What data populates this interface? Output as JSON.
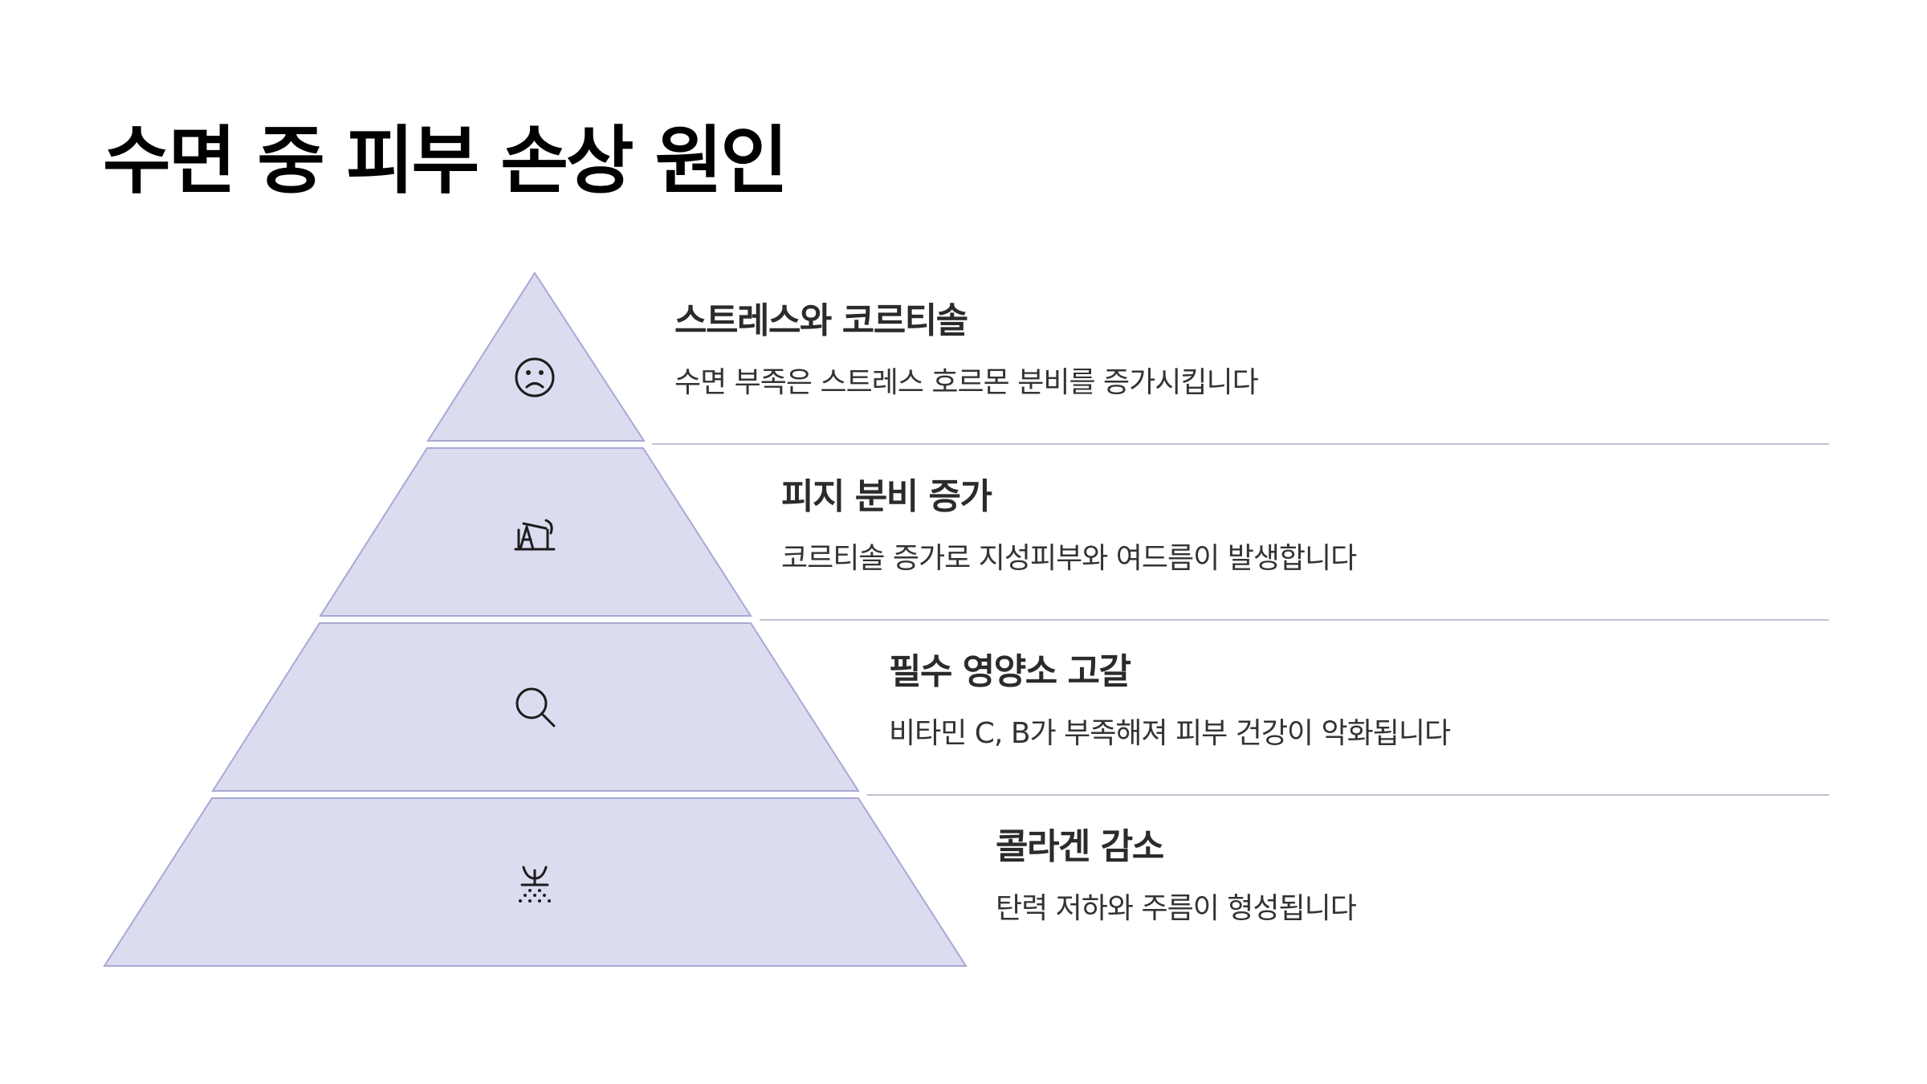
{
  "slide": {
    "title": "수면 중 피부 손상 원인"
  },
  "diagram": {
    "type": "pyramid",
    "fill_color": "#dcdcf0",
    "border_color": "#a8a8d6",
    "divider_color": "#c2c2d2",
    "layers": [
      {
        "icon": "sad-face-icon",
        "heading": "스트레스와 코르티솔",
        "description": "수면 부족은 스트레스 호르몬 분비를 증가시킵니다"
      },
      {
        "icon": "oil-pump-icon",
        "heading": "피지 분비 증가",
        "description": "코르티솔 증가로 지성피부와 여드름이 발생합니다"
      },
      {
        "icon": "magnifying-glass-icon",
        "heading": "필수 영양소 고갈",
        "description": "비타민 C, B가 부족해져 피부 건강이 악화됩니다"
      },
      {
        "icon": "wilting-sprout-icon",
        "heading": "콜라겐 감소",
        "description": "탄력 저하와 주름이 형성됩니다"
      }
    ]
  }
}
